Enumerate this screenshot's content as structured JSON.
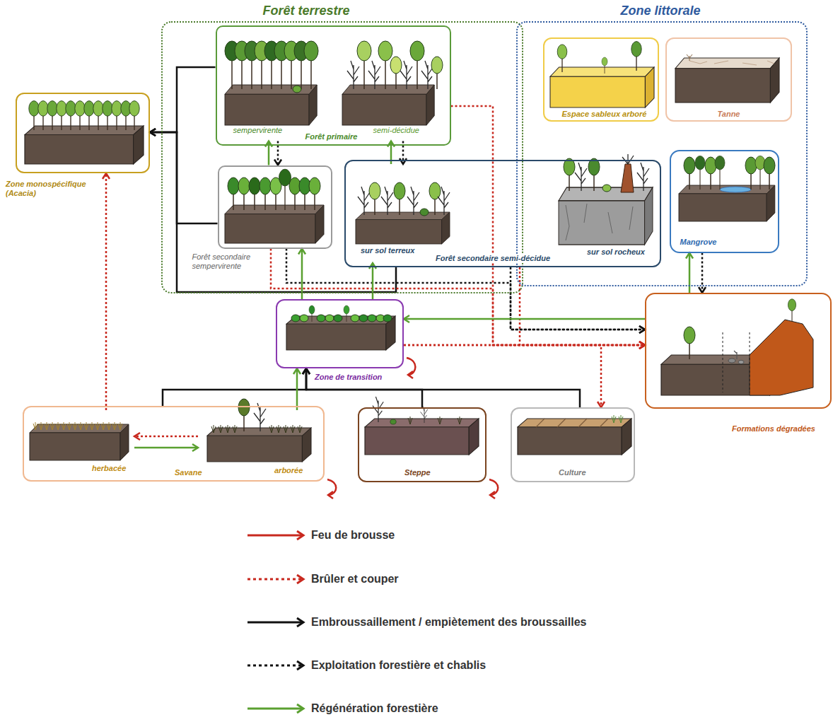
{
  "diagram": {
    "nodes": [
      {
        "text": [
          "Forêt terrestre"
        ]
      },
      {
        "text": [
          "Forêt primaire"
        ],
        "in": 0
      },
      {
        "text": [
          "sempervirente"
        ],
        "in": 1
      },
      {
        "text": [
          "semi-décidue"
        ],
        "in": 1
      },
      {
        "text": [
          "Forêt secondaire sempervirente"
        ],
        "in": 0
      },
      {
        "text": [
          "Zone littorale"
        ]
      },
      {
        "text": [
          "Espace sableux arboré"
        ],
        "in": 5
      },
      {
        "text": [
          "Tanne"
        ],
        "in": 5
      },
      {
        "text": [
          "Mangrove"
        ],
        "in": 5
      },
      {
        "text": [
          "Zone monospécifique (Acacia)"
        ]
      },
      {
        "text": [
          "Forêt secondaire semi-décidue"
        ]
      },
      {
        "text": [
          "sur sol terreux"
        ],
        "in": 10
      },
      {
        "text": [
          "sur sol rocheux"
        ],
        "in": 10
      },
      {
        "text": [
          "Zone de transition"
        ]
      },
      {
        "text": [
          "Formations dégradées"
        ]
      },
      {
        "text": [
          "Savane"
        ]
      },
      {
        "text": [
          "herbacée"
        ],
        "in": 15
      },
      {
        "text": [
          "arborée"
        ],
        "in": 15
      },
      {
        "text": [
          "Steppe"
        ]
      },
      {
        "text": [
          "Culture"
        ]
      }
    ],
    "edges": [
      {
        "from": 1,
        "to": 9,
        "arrow": "to"
      },
      {
        "from": 4,
        "to": 9,
        "arrow": "to"
      },
      {
        "from": 10,
        "to": 9,
        "arrow": "to"
      },
      {
        "from": 2,
        "to": 4,
        "arrow": "to"
      },
      {
        "from": 4,
        "to": 2,
        "arrow": "to"
      },
      {
        "from": 3,
        "to": 11,
        "arrow": "to"
      },
      {
        "from": 11,
        "to": 3,
        "arrow": "to"
      },
      {
        "from": 1,
        "to": 14,
        "arrow": "to"
      },
      {
        "from": 4,
        "to": 14,
        "arrow": "to"
      },
      {
        "from": 10,
        "to": 14,
        "arrow": "to"
      },
      {
        "from": 4,
        "to": 14,
        "arrow": "to"
      },
      {
        "from": 10,
        "to": 14,
        "arrow": "to"
      },
      {
        "from": 8,
        "to": 14,
        "arrow": "to"
      },
      {
        "from": 14,
        "to": 8,
        "arrow": "to"
      },
      {
        "from": 14,
        "to": 13,
        "arrow": "to"
      },
      {
        "from": 13,
        "to": 14,
        "arrow": "to"
      },
      {
        "from": 13,
        "to": 19,
        "arrow": "to"
      },
      {
        "from": 13,
        "to": 4,
        "arrow": "to"
      },
      {
        "from": 13,
        "to": 11,
        "arrow": "to"
      },
      {
        "from": 15,
        "to": 13,
        "arrow": "to"
      },
      {
        "from": 18,
        "to": 13,
        "arrow": "to"
      },
      {
        "from": 19,
        "to": 13,
        "arrow": "to"
      },
      {
        "from": 17,
        "to": 13,
        "arrow": "to"
      },
      {
        "from": 17,
        "to": 16,
        "arrow": "to"
      },
      {
        "from": 16,
        "to": 17,
        "arrow": "to"
      },
      {
        "from": 16,
        "to": 9,
        "arrow": "to"
      }
    ],
    "legend": [
      {
        "text": "Feu de brousse"
      },
      {
        "text": "Brûler et couper"
      },
      {
        "text": "Embroussaillement / empiètement des broussailles"
      },
      {
        "text": "Exploitation forestière et chablis"
      },
      {
        "text": "Régénération forestière"
      }
    ]
  }
}
